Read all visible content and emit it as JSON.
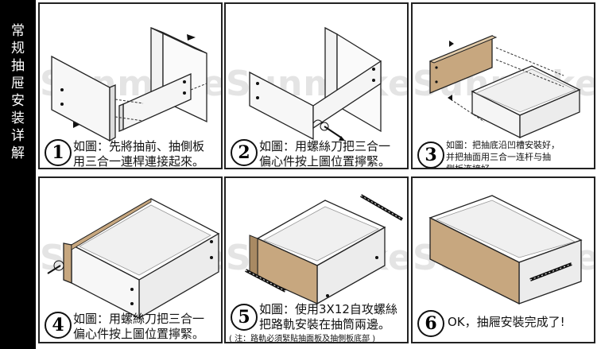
{
  "sidebar": {
    "title_chars": [
      "常",
      "规",
      "抽",
      "屉",
      "安",
      "装",
      "详",
      "解"
    ]
  },
  "watermark": {
    "text": "Sunmake",
    "mark": "+"
  },
  "steps": [
    {
      "number": "1",
      "lines": [
        "如圖：先將抽前、抽側板",
        "用三合一連桿連接起來。"
      ]
    },
    {
      "number": "2",
      "lines": [
        "如圖：用螺絲刀把三合一",
        "偏心件按上圖位置擰緊。"
      ]
    },
    {
      "number": "3",
      "lines": [
        "如圖：把抽底沿凹槽安裝好，",
        "并把抽面用三合一连杆与抽",
        "侧板连接好。"
      ]
    },
    {
      "number": "4",
      "lines": [
        "如圖：用螺絲刀把三合一",
        "偏心件按上圖位置擰緊。"
      ]
    },
    {
      "number": "5",
      "lines": [
        "如圖：使用3X12自攻螺絲",
        "把路軌安裝在抽筒兩邊。"
      ],
      "note": "( 注：路軌必須緊貼抽面板及抽側板底部 )"
    },
    {
      "number": "6",
      "lines": [
        "OK，抽屜安裝完成了!"
      ]
    }
  ]
}
